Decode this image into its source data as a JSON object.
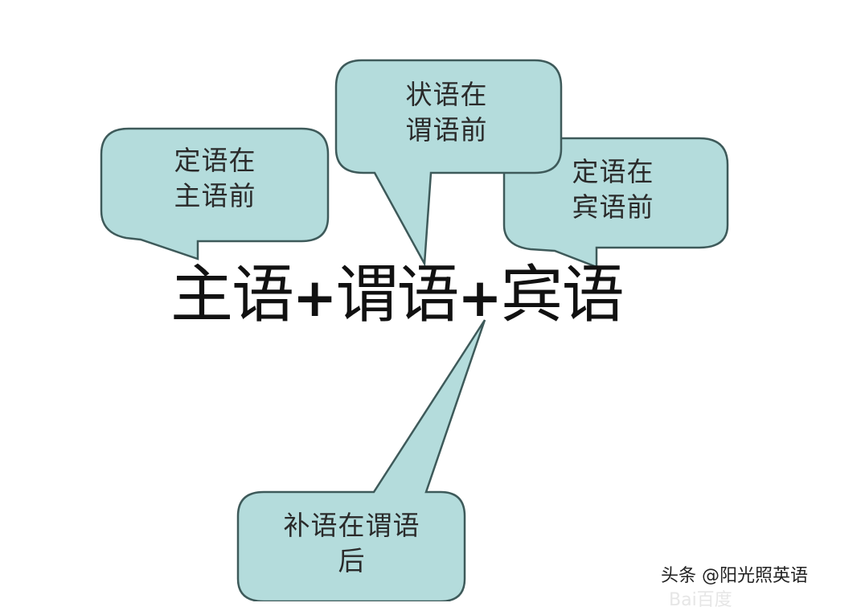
{
  "diagram": {
    "formula": {
      "subject": "主语",
      "plus1": "+",
      "predicate": "谓语",
      "plus2": "+",
      "object": "宾语"
    },
    "callouts": [
      {
        "id": "attributive-before-subject",
        "line1": "定语在",
        "line2": "主语前",
        "points_to": "主语"
      },
      {
        "id": "adverbial-before-predicate",
        "line1": "状语在",
        "line2": "谓语前",
        "points_to": "谓语"
      },
      {
        "id": "attributive-before-object",
        "line1": "定语在",
        "line2": "宾语前",
        "points_to": "宾语"
      },
      {
        "id": "complement-after-predicate",
        "line1": "补语在谓语",
        "line2": "后",
        "points_to": "谓语"
      }
    ],
    "colors": {
      "callout_fill": "#b4dcdc",
      "callout_stroke": "#3e5a5a",
      "text": "#111111",
      "background": "#ffffff"
    }
  },
  "watermark": {
    "text": "头条 @阳光照英语",
    "ghost": "Bai百度"
  }
}
